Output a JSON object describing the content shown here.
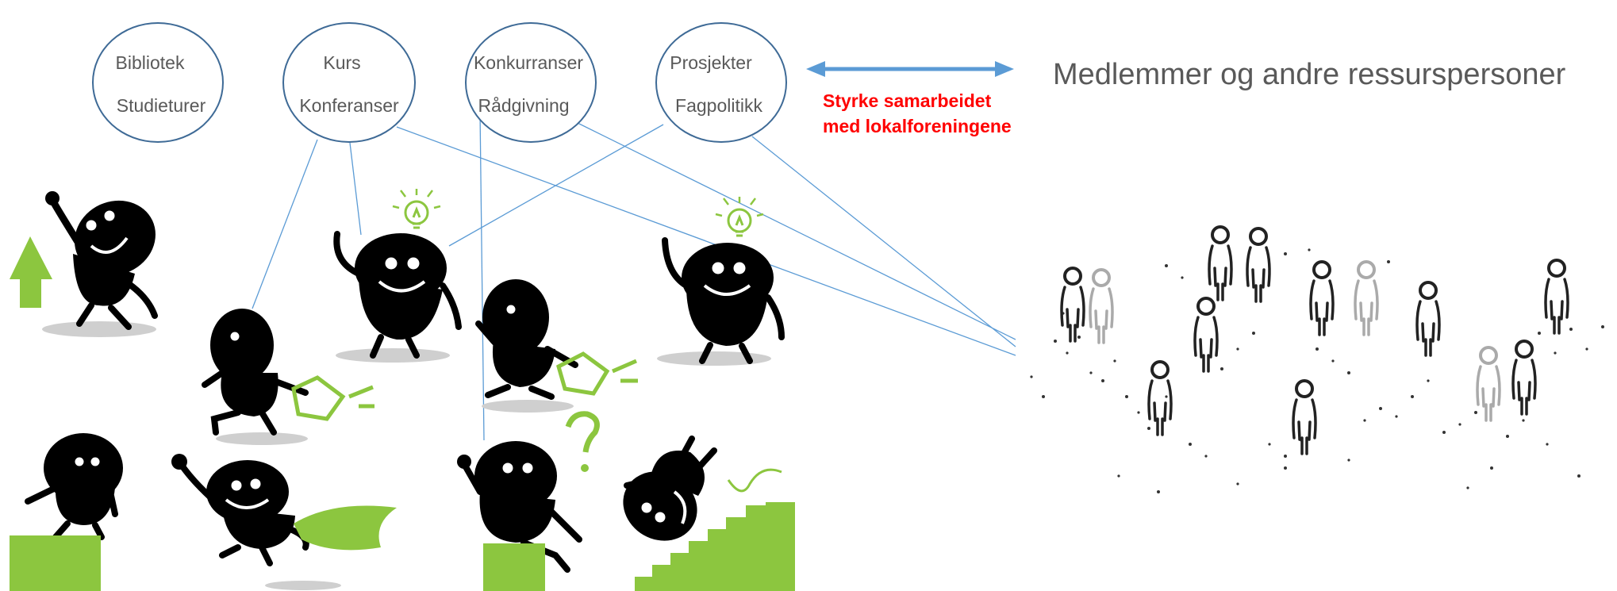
{
  "bubbles": [
    {
      "line1": "Bibliotek",
      "line2": "Studieturer"
    },
    {
      "line1": "Kurs",
      "line2": "Konferanser"
    },
    {
      "line1": "Konkurranser",
      "line2": "Rådgivning"
    },
    {
      "line1": "Prosjekter",
      "line2": "Fagpolitikk"
    }
  ],
  "arrow_note": {
    "line1": "Styrke samarbeidet",
    "line2": "med lokalforeningene"
  },
  "heading": "Medlemmer og andre ressurspersoner",
  "colors": {
    "bubble_border": "#3e6a96",
    "connector": "#5b9bd5",
    "arrow": "#5b9bd5",
    "note_text": "#ff0000",
    "accent_green": "#8cc63f",
    "figure_black": "#000000"
  }
}
